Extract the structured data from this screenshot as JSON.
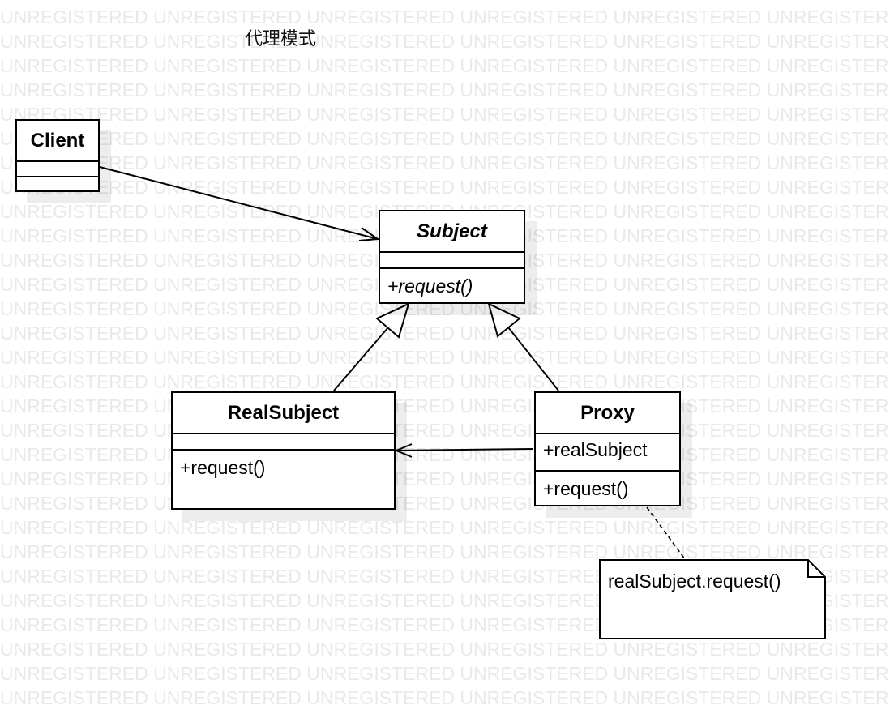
{
  "diagram": {
    "title": "代理模式",
    "watermark_text": "UNREGISTERED",
    "classes": {
      "client": {
        "name": "Client"
      },
      "subject": {
        "name": "Subject",
        "method": "+request()"
      },
      "realsubject": {
        "name": "RealSubject",
        "method": "+request()"
      },
      "proxy": {
        "name": "Proxy",
        "attribute": "+realSubject",
        "method": "+request()"
      }
    },
    "note": {
      "text": "realSubject.request()"
    }
  },
  "colors": {
    "line": "#000000",
    "background": "#ffffff",
    "watermark": "#e9e9e9",
    "shadow": "rgba(0,0,0,0.07)"
  }
}
